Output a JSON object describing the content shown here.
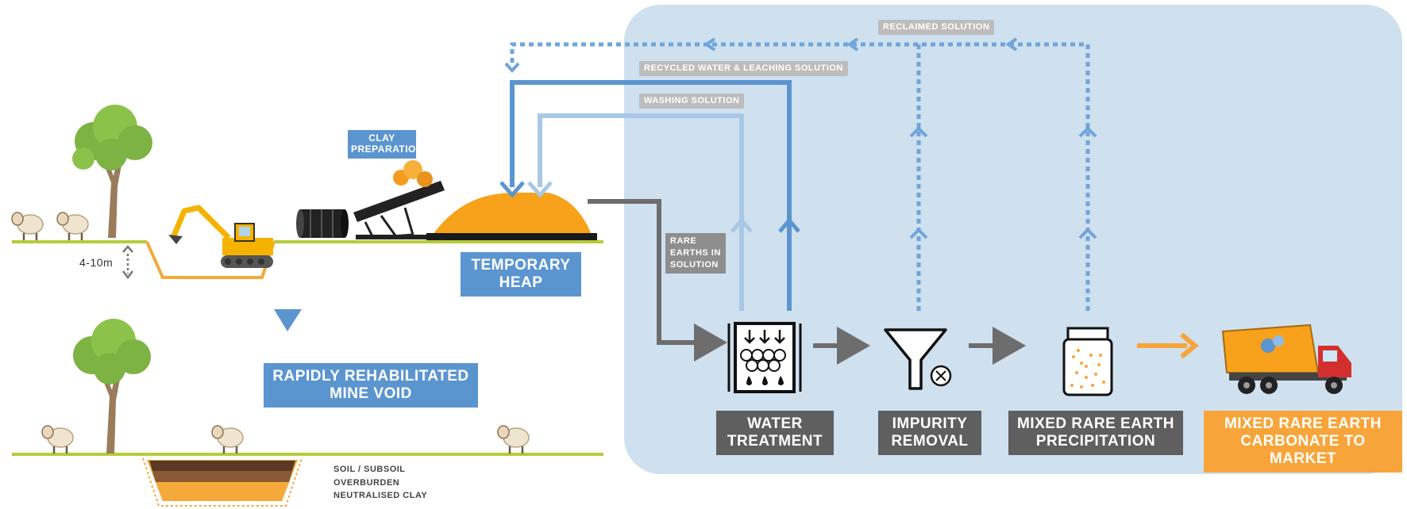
{
  "labels": {
    "clay_preparation": [
      "CLAY",
      "PREPARATION"
    ],
    "temporary_heap": [
      "TEMPORARY",
      "HEAP"
    ],
    "rehabilitated": [
      "RAPIDLY REHABILITATED",
      "MINE VOID"
    ],
    "depth": "4-10m",
    "rare_earths_in_solution": [
      "RARE",
      "EARTHS IN",
      "SOLUTION"
    ],
    "reclaimed_solution": "RECLAIMED SOLUTION",
    "recycled_water": "RECYCLED WATER & LEACHING SOLUTION",
    "washing_solution": "WASHING SOLUTION",
    "water_treatment": [
      "WATER",
      "TREATMENT"
    ],
    "impurity_removal": [
      "IMPURITY",
      "REMOVAL"
    ],
    "precipitation": [
      "MIXED RARE EARTH",
      "PRECIPITATION"
    ],
    "to_market": [
      "MIXED RARE EARTH",
      "CARBONATE TO MARKET"
    ],
    "soil_layers": [
      "SOIL / SUBSOIL",
      "OVERBURDEN",
      "NEUTRALISED CLAY"
    ]
  },
  "colors": {
    "panel": "#cfe0ef",
    "ground": "#b5cc3a",
    "pit": "#f4a93a",
    "flow_dark": "#6d6d6d",
    "flow_blue": "#5b95cf",
    "flow_light": "#a9c8e6",
    "flow_dotted": "#6fa6da",
    "flow_orange": "#f7a53a",
    "tree_green": "#7cb342",
    "tree_trunk": "#9a7b5a",
    "heap": "#f7a21a",
    "truck_red": "#d32f2f"
  },
  "icons": [
    "tree-icon",
    "sheep-icon",
    "excavator-icon",
    "drum-icon",
    "conveyor-icon",
    "heap-icon",
    "water-treatment-icon",
    "funnel-icon",
    "jar-icon",
    "dump-truck-icon"
  ]
}
